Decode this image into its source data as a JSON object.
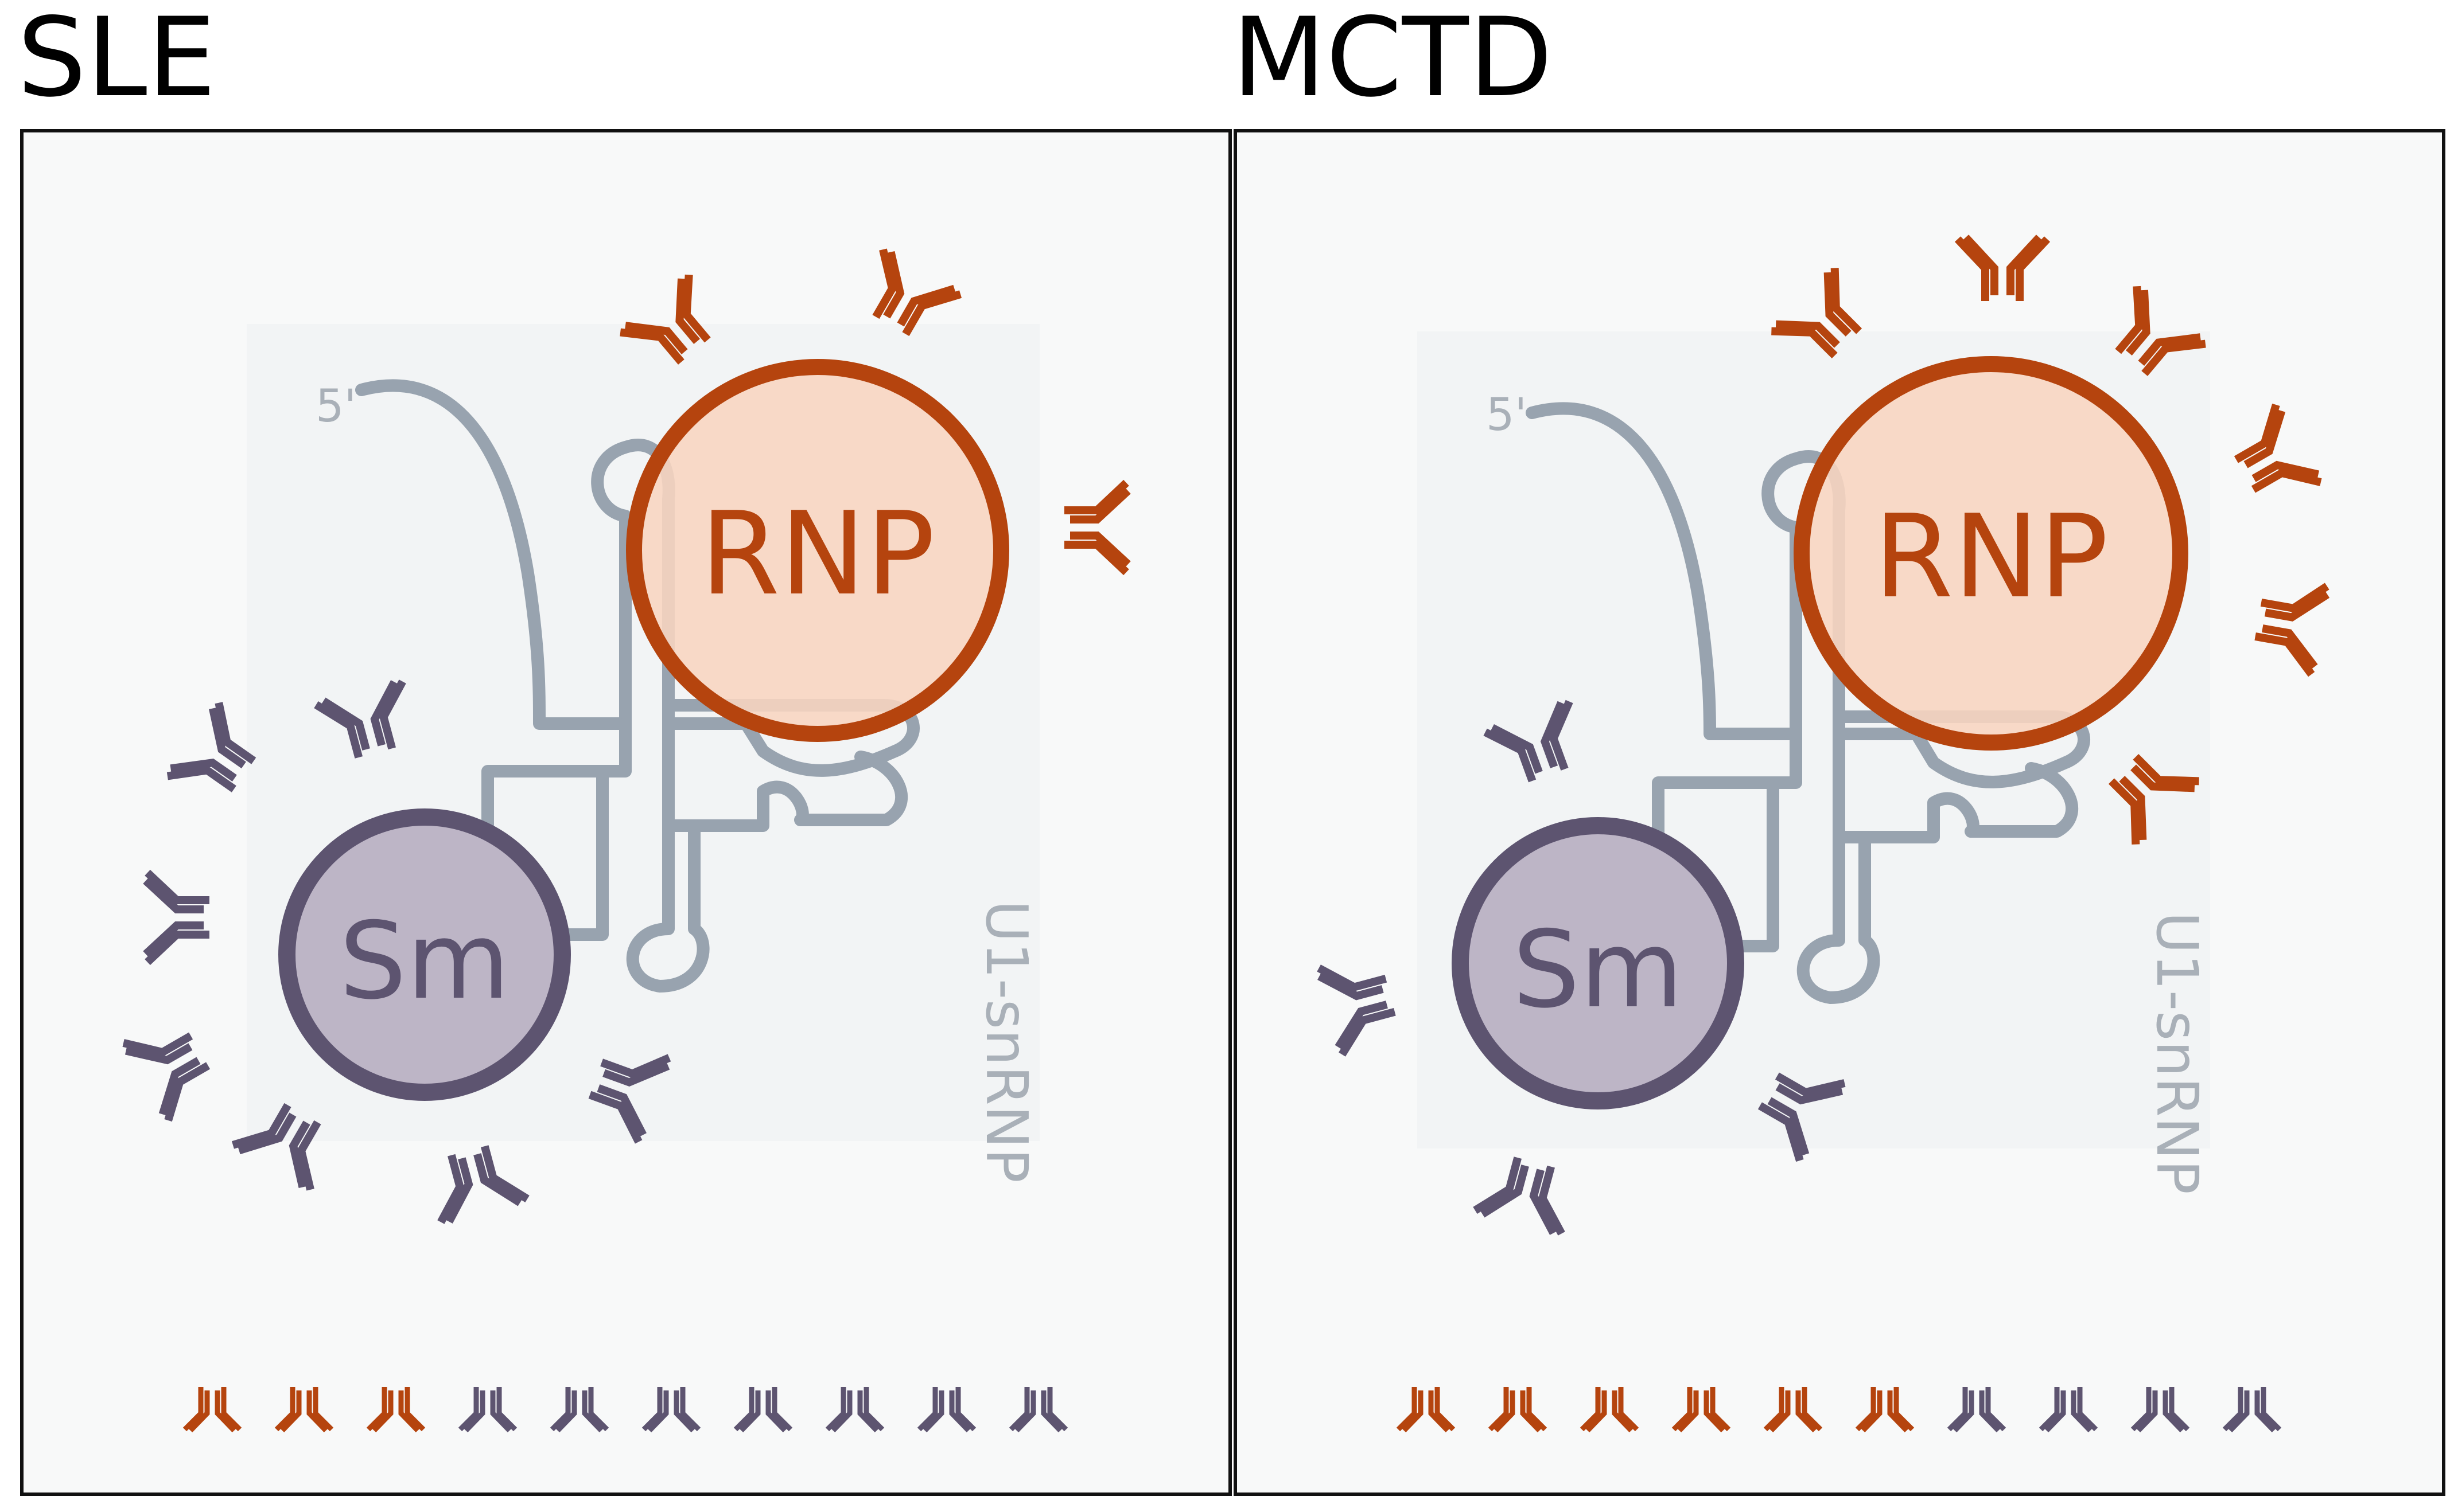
{
  "panels": [
    {
      "title": "SLE",
      "five_prime": "5'",
      "rnp_label": "RNP",
      "sm_label": "Sm",
      "complex_label": "U1-snRNP",
      "legend_counts": {
        "rnp": 3,
        "sm": 7
      }
    },
    {
      "title": "MCTD",
      "five_prime": "5'",
      "rnp_label": "RNP",
      "sm_label": "Sm",
      "complex_label": "U1-snRNP",
      "legend_counts": {
        "rnp": 6,
        "sm": 4
      }
    }
  ],
  "colors": {
    "rnp_stroke": "#B5440E",
    "rnp_fill": "#F8D5C0",
    "sm_stroke": "#5D5470",
    "sm_fill": "#BDB5C6",
    "rna": "#98A3AF",
    "complex_bg": "#F2F4F5",
    "panel_bg": "#F8F9F9",
    "label_gray": "#A9B0B8"
  },
  "icons": [
    "antibody-icon",
    "rna-strand-icon"
  ]
}
